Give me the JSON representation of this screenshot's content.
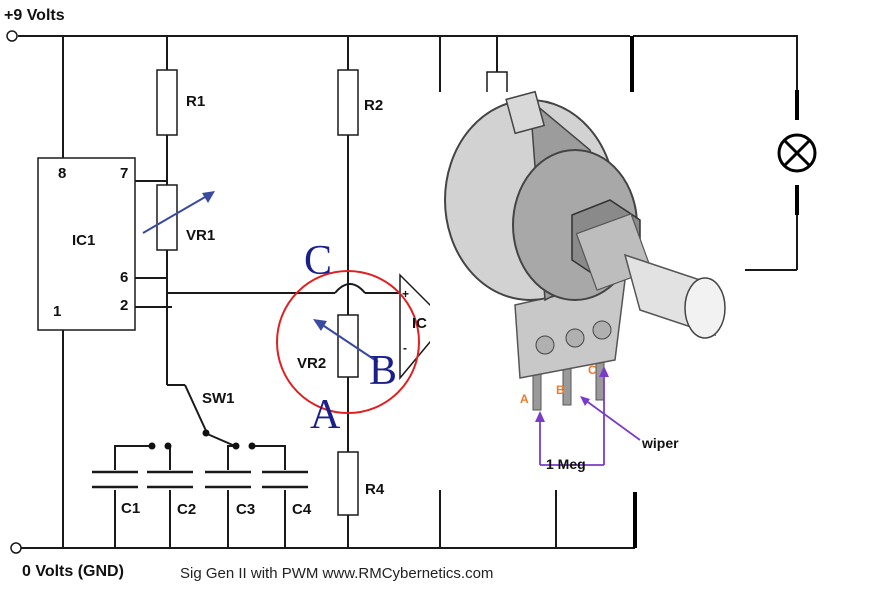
{
  "supply": {
    "top": "+9 Volts",
    "bottom": "0 Volts (GND)"
  },
  "components": {
    "r1": "R1",
    "r2": "R2",
    "r4": "R4",
    "vr1": "VR1",
    "vr2": "VR2",
    "ic1": "IC1",
    "ic2": "IC",
    "sw1": "SW1",
    "c1": "C1",
    "c2": "C2",
    "c3": "C3",
    "c4": "C4"
  },
  "pins": {
    "p8": "8",
    "p7": "7",
    "p6": "6",
    "p2": "2",
    "p1": "1",
    "plus": "+",
    "minus": "-"
  },
  "annotations": {
    "c": "C",
    "b": "B",
    "a": "A"
  },
  "pot": {
    "pin_a": "A",
    "pin_b": "B",
    "pin_c": "C",
    "wiper": "wiper",
    "resistance": "1 Meg"
  },
  "caption": "Sig Gen II with PWM www.RMCybernetics.com",
  "colors": {
    "wire": "#1a1a1a",
    "highlight": "#e02020",
    "arrow": "#7a3cc8",
    "label_letters": "#1a1f8a",
    "pot_pins": "#f07a2a"
  }
}
